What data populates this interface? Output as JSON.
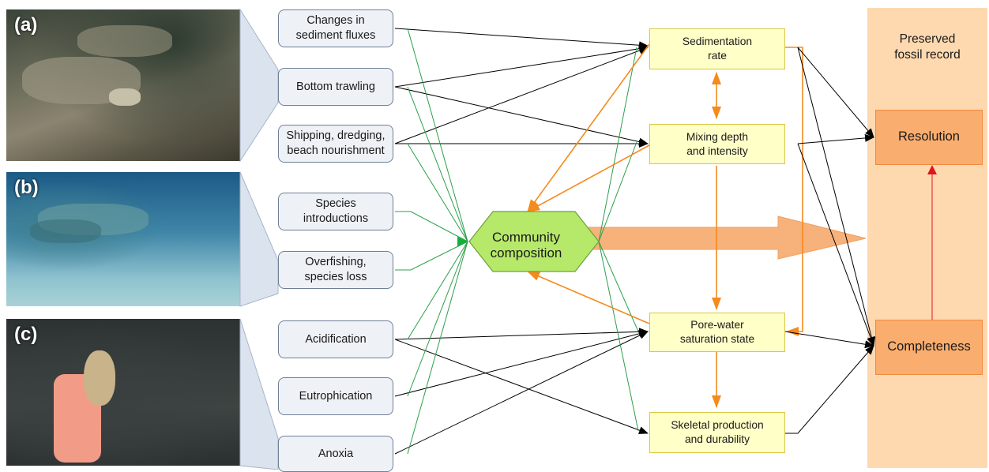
{
  "panels": {
    "a": {
      "label": "(a)"
    },
    "b": {
      "label": "(b)"
    },
    "c": {
      "label": "(c)"
    }
  },
  "drivers": {
    "sediment_fluxes": "Changes in\nsediment fluxes",
    "bottom_trawling": "Bottom trawling",
    "shipping": "Shipping, dredging,\nbeach nourishment",
    "species_introductions": "Species\nintroductions",
    "overfishing": "Overfishing,\nspecies loss",
    "acidification": "Acidification",
    "eutrophication": "Eutrophication",
    "anoxia": "Anoxia"
  },
  "community": {
    "label": "Community\ncomposition"
  },
  "processes": {
    "sedimentation": "Sedimentation\nrate",
    "mixing": "Mixing depth\nand intensity",
    "pore_water": "Pore-water\nsaturation state",
    "skeletal": "Skeletal production\nand durability"
  },
  "record": {
    "title": "Preserved\nfossil record",
    "resolution": "Resolution",
    "completeness": "Completeness"
  },
  "colors": {
    "driver_link": "#000000",
    "community_link": "#2aa04a",
    "feedback": "#f58a1f",
    "record_link": "#e0141c",
    "big_arrow": "#f6b27a"
  }
}
